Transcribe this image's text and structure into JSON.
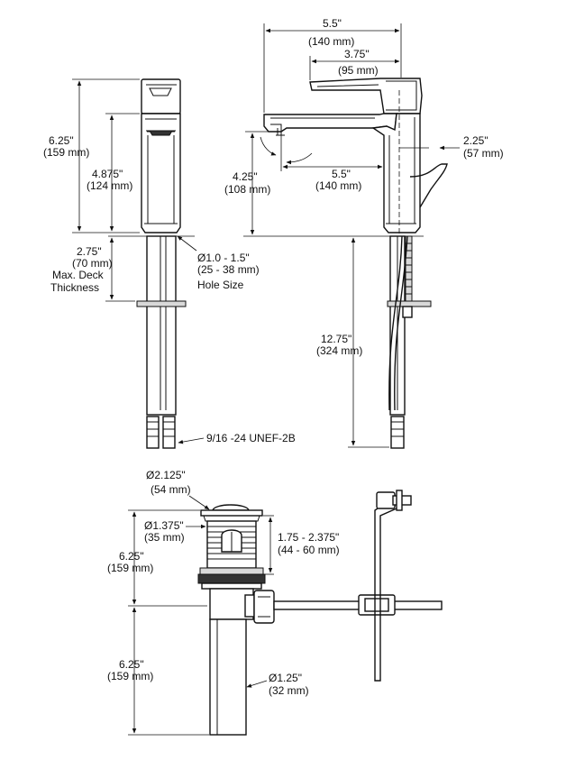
{
  "diagram": {
    "front_view": {
      "overall_height": {
        "in": "6.25\"",
        "mm": "(159 mm)"
      },
      "spout_height": {
        "in": "4.875\"",
        "mm": "(124 mm)"
      },
      "deck_thickness": {
        "in": "2.75\"",
        "mm": "(70 mm)",
        "note1": "Max. Deck",
        "note2": "Thickness"
      },
      "hole_size": {
        "in": "Ø1.0 - 1.5\"",
        "mm": "(25 - 38 mm)",
        "note": "Hole Size"
      },
      "connection": "9/16 -24 UNEF-2B"
    },
    "side_view": {
      "overall_depth": {
        "in": "5.5\"",
        "mm": "(140 mm)"
      },
      "handle_length": {
        "in": "3.75\"",
        "mm": "(95 mm)"
      },
      "handle_offset": {
        "in": "2.25\"",
        "mm": "(57 mm)"
      },
      "clearance": {
        "in": "4.25\"",
        "mm": "(108 mm)"
      },
      "reach": {
        "in": "5.5\"",
        "mm": "(140 mm)"
      },
      "supply_length": {
        "in": "12.75\"",
        "mm": "(324 mm)"
      }
    },
    "drain_view": {
      "flange_dia": {
        "in": "Ø2.125\"",
        "mm": "(54 mm)"
      },
      "body_dia": {
        "in": "Ø1.375\"",
        "mm": "(35 mm)"
      },
      "deck_range": {
        "in": "1.75 - 2.375\"",
        "mm": "(44 - 60 mm)"
      },
      "upper_height": {
        "in": "6.25\"",
        "mm": "(159 mm)"
      },
      "tailpiece_height": {
        "in": "6.25\"",
        "mm": "(159 mm)"
      },
      "tailpiece_dia": {
        "in": "Ø1.25\"",
        "mm": "(32 mm)"
      }
    }
  }
}
